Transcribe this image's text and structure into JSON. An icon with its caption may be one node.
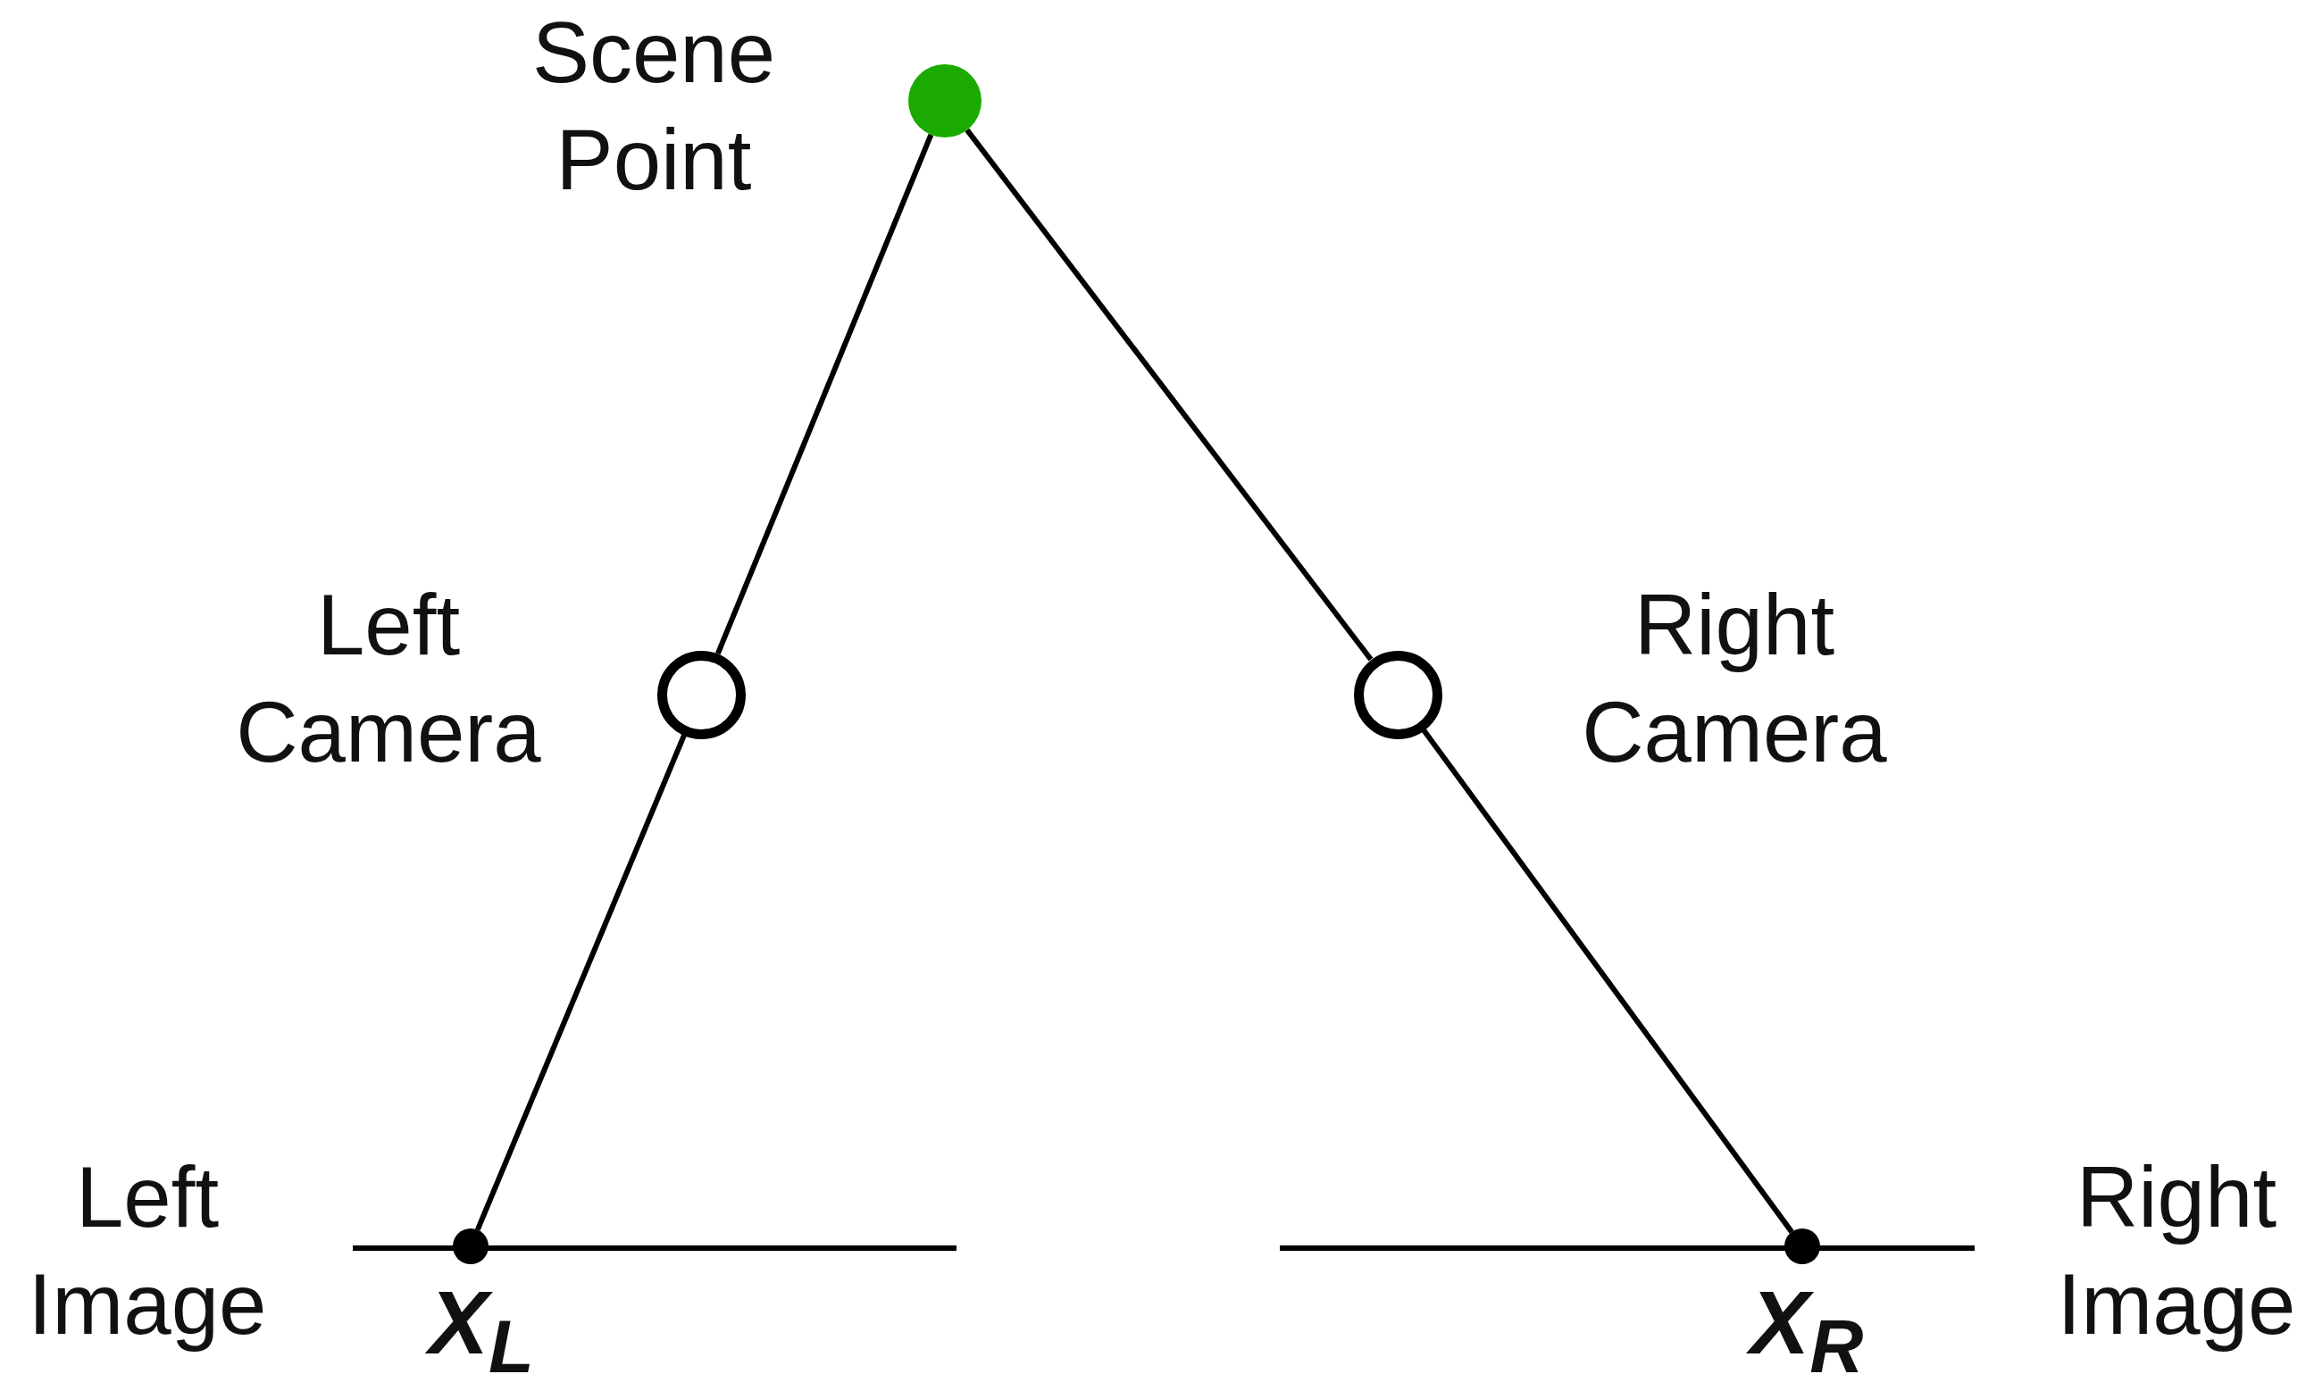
{
  "diagram": {
    "nodes": [
      {
        "text": [],
        "shape": "circle",
        "beside": [
          "Scene Point"
        ]
      },
      {
        "text": [],
        "shape": "circle",
        "beside": [
          "Left Camera"
        ]
      },
      {
        "text": [],
        "shape": "circle",
        "beside": [
          "Right Camera"
        ]
      },
      {
        "text": [],
        "shape": "bar",
        "beside": [
          "Left Image"
        ]
      },
      {
        "text": [],
        "shape": "bar",
        "beside": [
          "Right Image"
        ]
      },
      {
        "text": [],
        "shape": "circle",
        "beside": [
          "X$_{L}$"
        ]
      },
      {
        "text": [],
        "shape": "circle",
        "beside": [
          "X$_{R}$"
        ]
      }
    ],
    "edges": [
      {
        "from": 0,
        "to": 1,
        "arrow": "none"
      },
      {
        "from": 1,
        "to": 5,
        "arrow": "none"
      },
      {
        "from": 0,
        "to": 2,
        "arrow": "none"
      },
      {
        "from": 2,
        "to": 6,
        "arrow": "none"
      }
    ]
  }
}
